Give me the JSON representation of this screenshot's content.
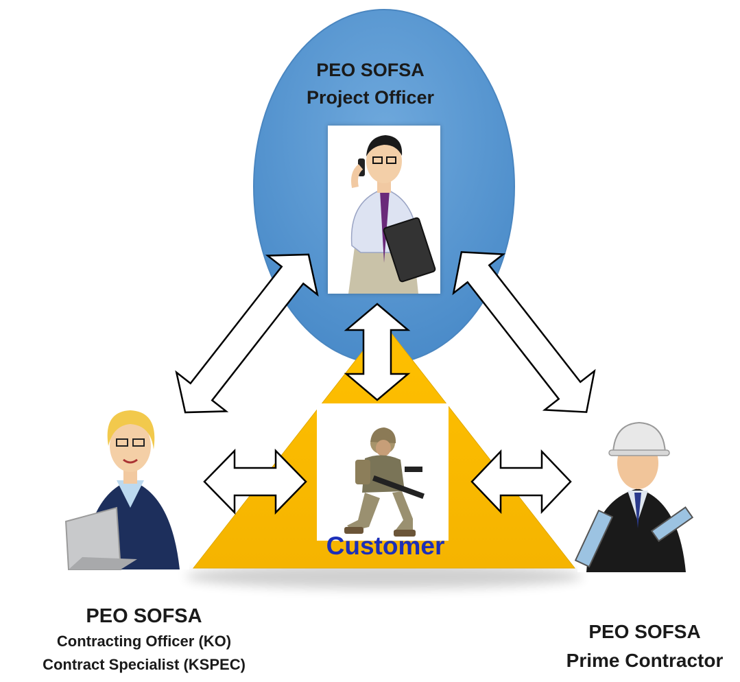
{
  "top_role": {
    "line1": "PEO SOFSA",
    "line2": "Project Officer"
  },
  "center_role": {
    "label": "Customer"
  },
  "left_role": {
    "line1": "PEO SOFSA",
    "line2": "Contracting Officer (KO)",
    "line3": "Contract Specialist (KSPEC)"
  },
  "right_role": {
    "line1": "PEO SOFSA",
    "line2": "Prime Contractor"
  },
  "colors": {
    "ellipse_fill": "#5b9bd5",
    "ellipse_fill_dark": "#2e75b6",
    "triangle_fill": "#ffc000",
    "customer_text": "#1c2fb8",
    "arrow_fill": "#ffffff",
    "arrow_stroke": "#000000"
  },
  "icons": {
    "project_officer": "businessman-with-phone-icon",
    "customer": "kneeling-soldier-icon",
    "contracting_officer": "woman-at-laptop-icon",
    "prime_contractor": "engineer-with-hardhat-icon"
  }
}
